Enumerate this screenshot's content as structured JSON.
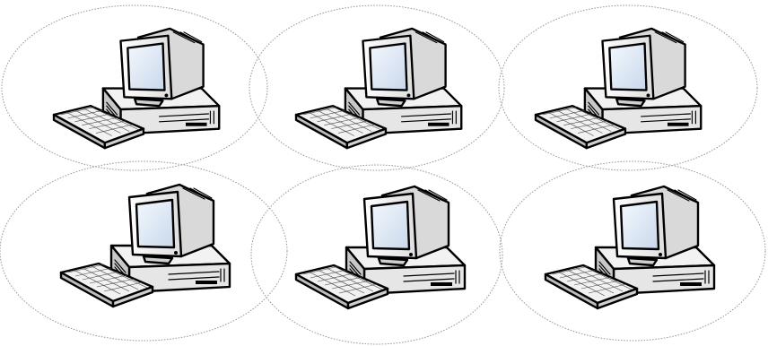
{
  "diagram": {
    "nodes": [
      {
        "id": "computer-1",
        "icon": "desktop-computer-icon",
        "zone": "dotted-ellipse"
      },
      {
        "id": "computer-2",
        "icon": "desktop-computer-icon",
        "zone": "dotted-ellipse"
      },
      {
        "id": "computer-3",
        "icon": "desktop-computer-icon",
        "zone": "dotted-ellipse"
      },
      {
        "id": "computer-4",
        "icon": "desktop-computer-icon",
        "zone": "dotted-ellipse"
      },
      {
        "id": "computer-5",
        "icon": "desktop-computer-icon",
        "zone": "dotted-ellipse"
      },
      {
        "id": "computer-6",
        "icon": "desktop-computer-icon",
        "zone": "dotted-ellipse"
      }
    ],
    "colors": {
      "outline": "#000000",
      "case_light": "#f2f2f2",
      "case_mid": "#d9d9d9",
      "case_shadow": "#b0b0b0",
      "screen": "#dde7f4",
      "zone_border": "#9a9a9a"
    }
  }
}
